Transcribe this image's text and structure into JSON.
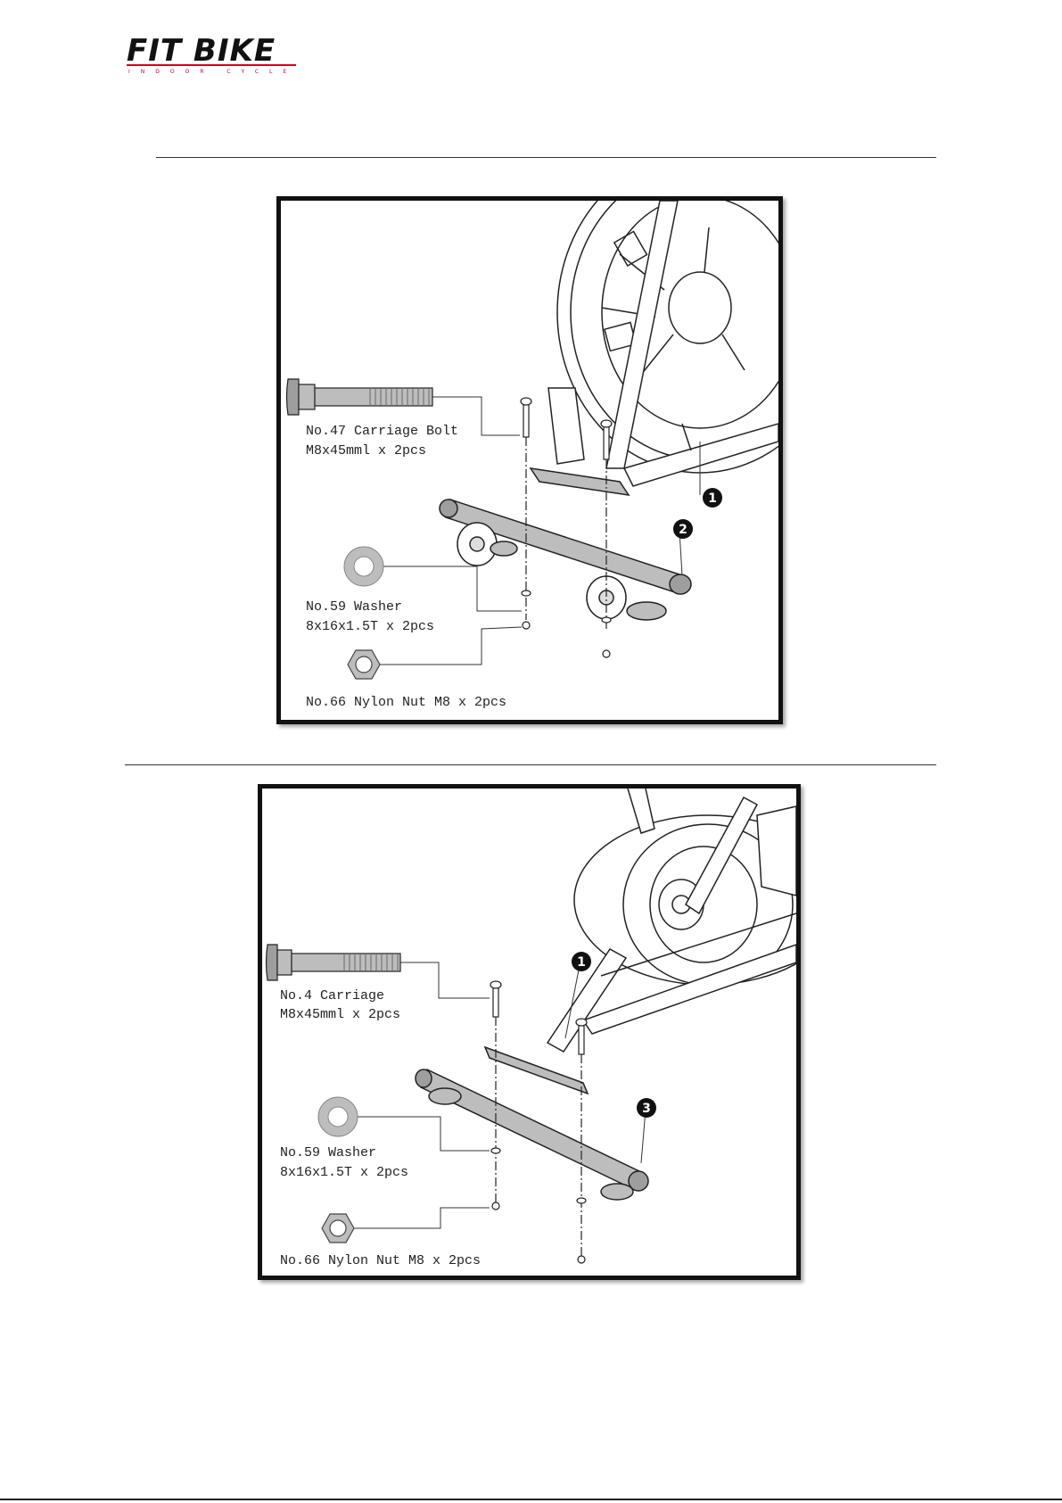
{
  "header": {
    "logo_text": "FIT BIKE",
    "logo_subtext": "INDOOR CYCLE"
  },
  "figure1": {
    "bolt_label_1": "No.47 Carriage Bolt",
    "bolt_label_2": "M8x45mml x 2pcs",
    "washer_label_1": "No.59 Washer",
    "washer_label_2": "8x16x1.5T x 2pcs",
    "nut_label": "No.66 Nylon Nut M8 x 2pcs",
    "callout_frame": "1",
    "callout_stabilizer": "2"
  },
  "figure2": {
    "bolt_label_1": "No.4 Carriage",
    "bolt_label_2": "M8x45mml x 2pcs",
    "washer_label_1": "No.59 Washer",
    "washer_label_2": "8x16x1.5T x 2pcs",
    "nut_label": "No.66 Nylon Nut M8 x 2pcs",
    "callout_frame": "1",
    "callout_stabilizer": "3"
  },
  "colors": {
    "logo": "#111111",
    "logo_accent": "#d0021b",
    "part_fill": "#bdbdbd"
  }
}
